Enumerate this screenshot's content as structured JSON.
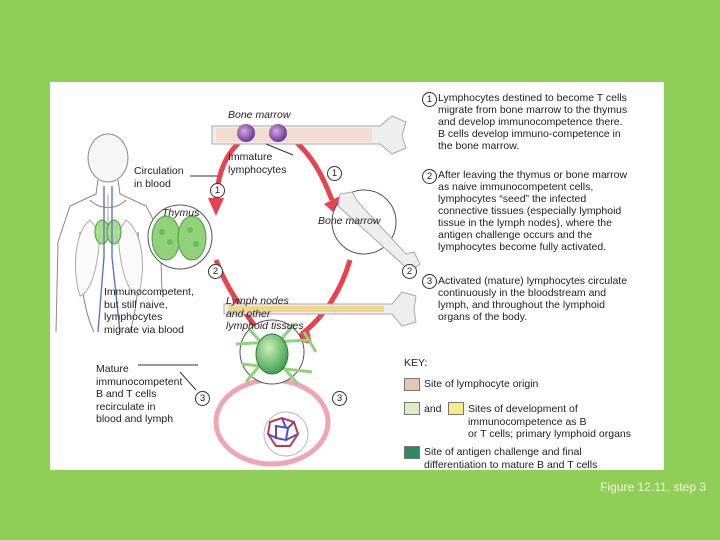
{
  "labels": {
    "bone_marrow_top": "Bone marrow",
    "immature": "Immature\nlymphocytes",
    "circulation": "Circulation\nin blood",
    "thymus": "Thymus",
    "bone_marrow_mid": "Bone marrow",
    "immunocompetent": "Immunocompetent,\nbut still naive,\nlymphocytes\nmigrate via blood",
    "lymph_nodes": "Lymph nodes\nand other\nlymphoid tissues",
    "mature": "Mature\nimmunocompetent\nB and T cells\nrecirculate in\nblood and lymph"
  },
  "steps": [
    {
      "number": "1",
      "text": "Lymphocytes destined to become T cells\nmigrate from bone marrow to the thymus\nand develop immunocompetence there.\nB cells develop immuno-competence in\nthe bone marrow."
    },
    {
      "number": "2",
      "text": "After leaving the thymus or bone marrow\nas naive immunocompetent cells,\nlymphocytes “seed” the infected\nconnective tissues (especially lymphoid\ntissue in the lymph nodes), where the\nantigen challenge occurs and the\nlymphocytes become fully activated."
    },
    {
      "number": "3",
      "text": "Activated (mature) lymphocytes circulate\ncontinuously in the bloodstream and\nlymph, and throughout the lymphoid\norgans of the body."
    }
  ],
  "key": {
    "title": "KEY:",
    "origin": "Site of lymphocyte origin",
    "and": "and",
    "development": "Sites of development of\nimmunocompetence as B\nor T cells; primary lymphoid organs",
    "challenge": "Site of antigen challenge and final\ndifferentiation to mature B and T cells"
  },
  "callout_numbers": {
    "a": "1",
    "b": "1",
    "c": "2",
    "d": "2",
    "e": "3",
    "f": "3"
  },
  "colors": {
    "background": "#8fce57",
    "arrow_red": "#e8424e",
    "key_origin": "#e8c6b0",
    "key_development_green": "#d9efc6",
    "key_development_yellow": "#f8ea86",
    "key_challenge": "#2e8b5a"
  },
  "figure_caption": "Figure 12.11, step 3"
}
